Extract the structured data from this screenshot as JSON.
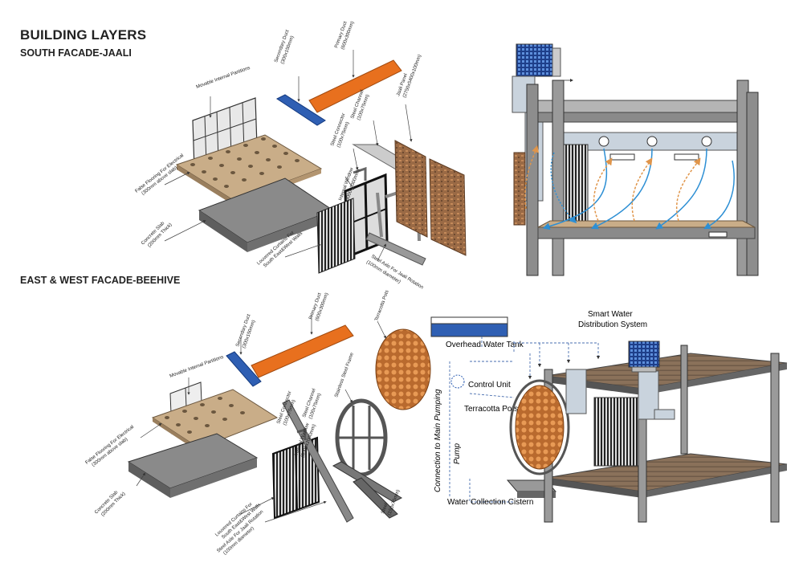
{
  "title": "BUILDING LAYERS",
  "sections": {
    "south": "SOUTH FACADE-JAALI",
    "east_west": "EAST & WEST FACADE-BEEHIVE"
  },
  "south_labels": {
    "movable": "Movable Internal Partitions",
    "secondary_duct": "Secondary Duct",
    "secondary_duct_dim": "(300x150mm)",
    "primary_duct": "Primary Duct",
    "primary_duct_dim": "(600x300mm)",
    "steel_channel": "Steel Channel",
    "steel_channel_dim": "(100x75mm)",
    "jaali_panel": "Jaali Panel",
    "jaali_panel_dim": "(2750x5400x100mm)",
    "steel_connector": "Steel Connector",
    "steel_connector_dim": "(100x75mm)",
    "false_floor": "False Flooring For Electrical",
    "false_floor_dim": "(300mm above slab)",
    "internal_window": "Internal Window",
    "internal_window_dim": "(3000x2000mm)",
    "concrete_slab": "Concrete Slab",
    "concrete_slab_dim": "(200mm Thick)",
    "louvered": "Louvered Curtains For",
    "louvered_2": "South East&West Walls",
    "steel_axle": "Steel Axle For Jaali Rotation",
    "steel_axle_dim": "(100mm diameter)"
  },
  "ew_labels": {
    "movable": "Movable Internal Partitions",
    "secondary_duct": "Secondary Duct",
    "secondary_duct_dim": "(300x150mm)",
    "primary_duct": "Primary Duct",
    "primary_duct_dim": "(600x300mm)",
    "terracotta": "Terracotta Pots",
    "stainless": "Stainless Steel Frame",
    "steel_channel": "Steel Channel",
    "steel_channel_dim": "(100x75mm)",
    "steel_connector": "Steel Connector",
    "steel_connector_dim": "(100x75mm)",
    "false_floor": "False Flooring For Electrical",
    "false_floor_dim": "(300mm above slab)",
    "internal_window": "Internal Window",
    "internal_window_dim": "(3000x2000mm)",
    "concrete_slab": "Concrete Slab",
    "concrete_slab_dim": "(200mm Thick)",
    "louvered": "Louvered Curtains For",
    "louvered_2": "South East&West Walls",
    "steel": "Steel",
    "steel_dim": "(150x75mm)",
    "steel_axle": "Steel Axle For Jaali Rotation",
    "steel_axle_dim": "(100mm diameter)"
  },
  "system_labels": {
    "overhead_tank": "Overhead Water Tank",
    "smart_water": "Smart Water",
    "smart_water_2": "Distribution System",
    "control_unit": "Control Unit",
    "terracotta_pots": "Terracotta Pots",
    "connection": "Connection to Main Pumping",
    "pump": "Pump",
    "cistern": "Water Collection Cistern"
  },
  "colors": {
    "duct_blue": "#2f5fb3",
    "duct_orange": "#e8701e",
    "slab_grey": "#777777",
    "floor_tan": "#c9ad88",
    "terracotta": "#c77a3a",
    "airflow_blue": "#2d8fd4",
    "airflow_orange": "#e0954a"
  }
}
